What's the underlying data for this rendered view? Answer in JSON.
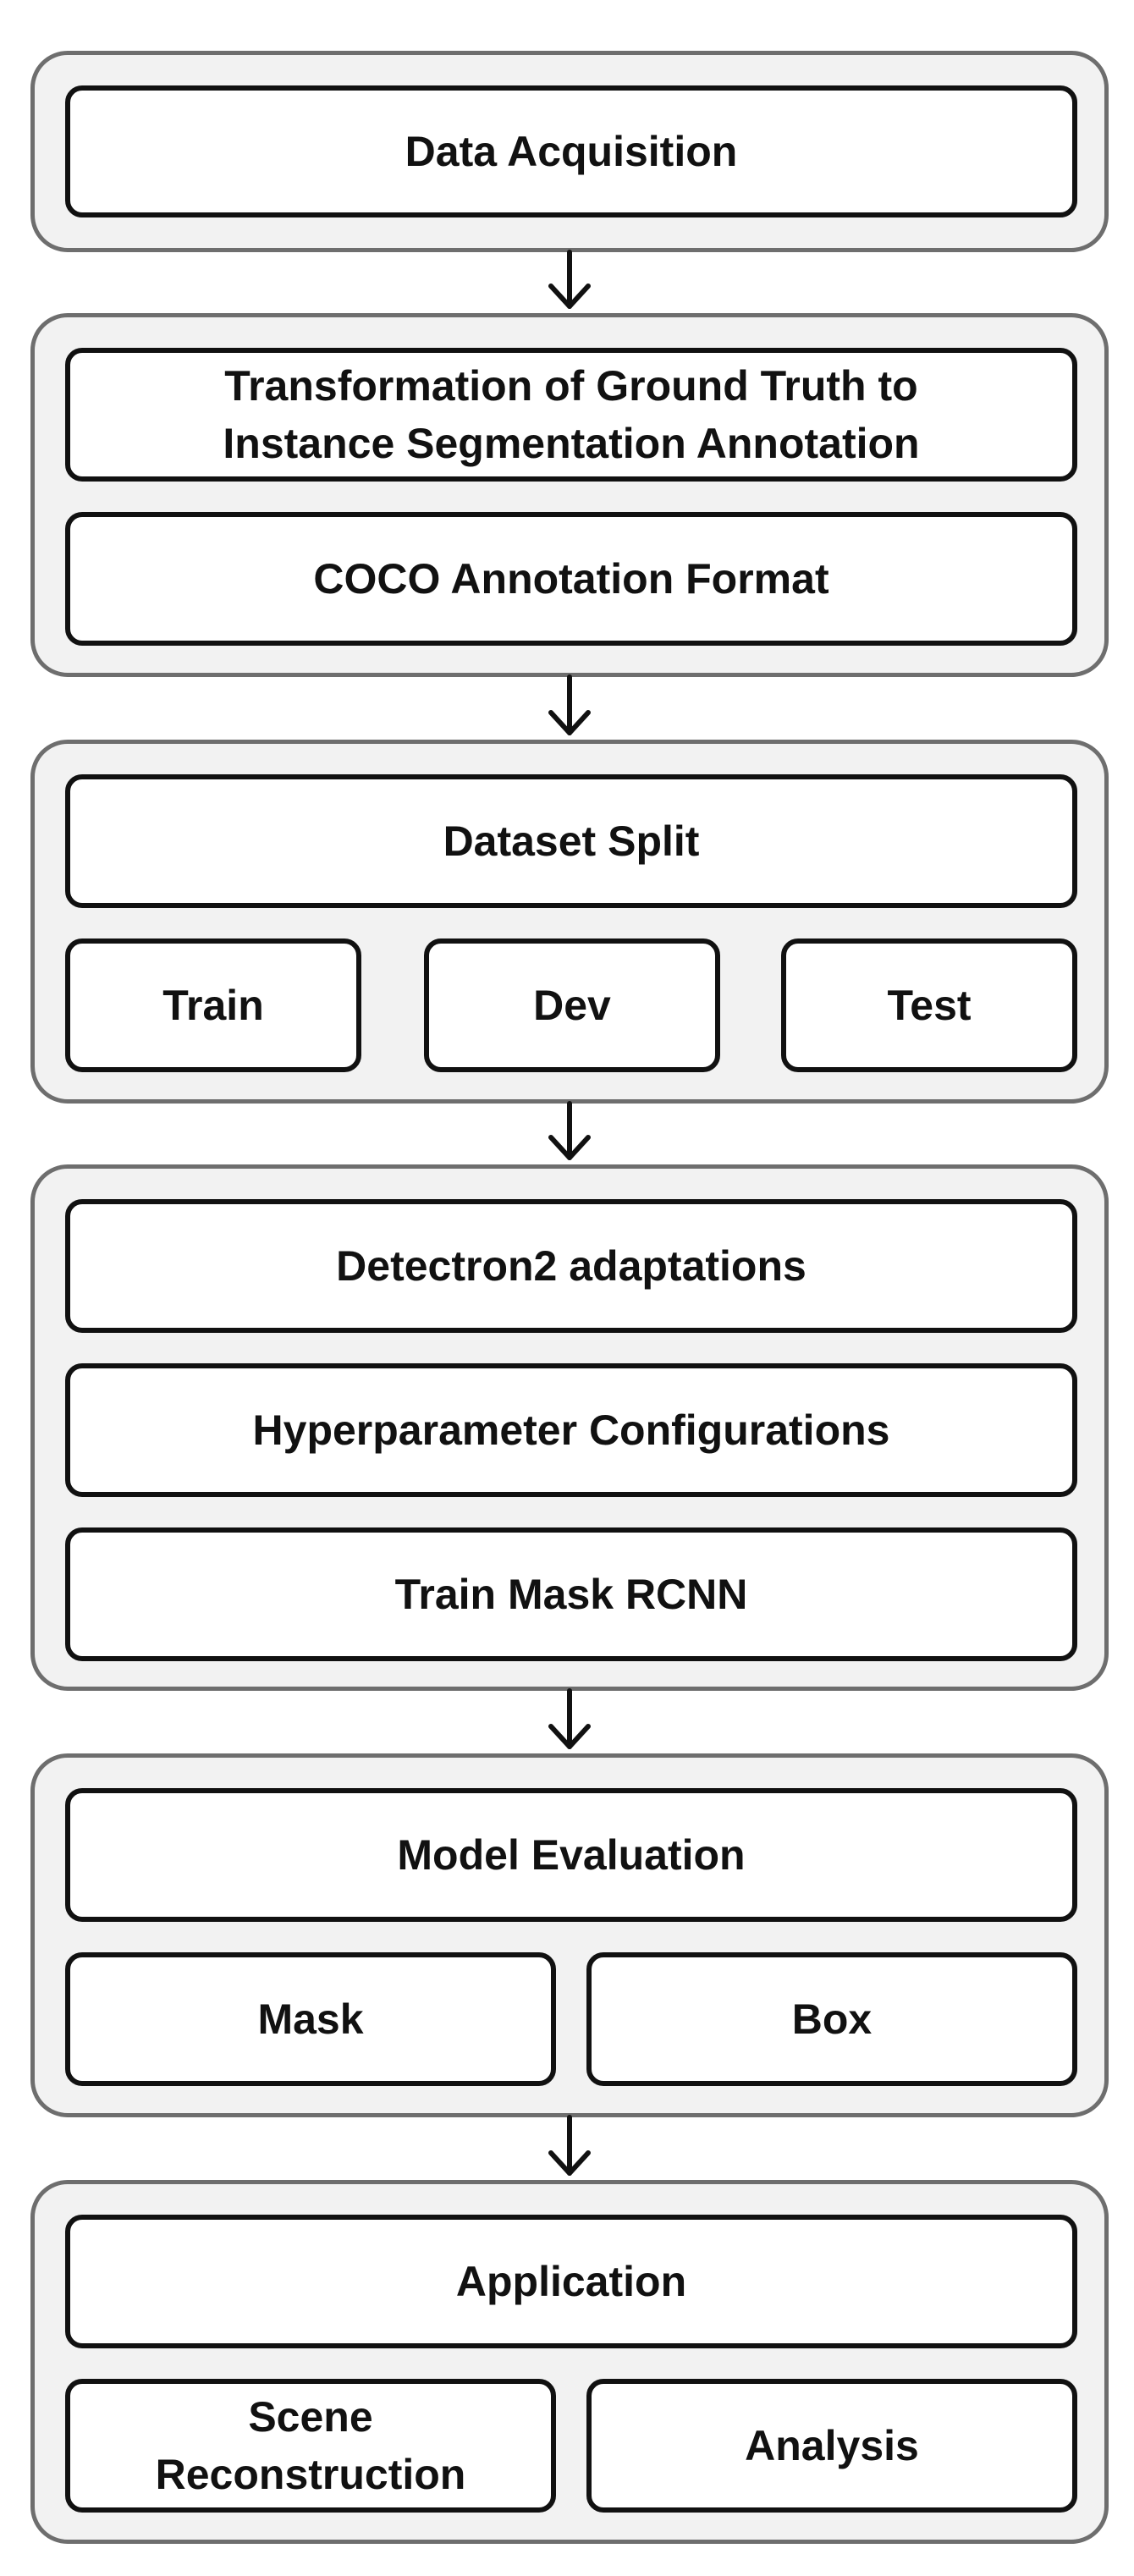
{
  "colors": {
    "group_fill": "#f2f2f2",
    "group_border": "#6e6e6e",
    "box_fill": "#ffffff",
    "box_border": "#111111",
    "arrow": "#111111"
  },
  "stages": {
    "acquisition": {
      "title": "Data Acquisition"
    },
    "transformation": {
      "title_line1": "Transformation of Ground Truth to",
      "title_line2": "Instance Segmentation Annotation",
      "format": "COCO Annotation Format"
    },
    "split": {
      "title": "Dataset Split",
      "train": "Train",
      "dev": "Dev",
      "test": "Test"
    },
    "training": {
      "adaptations": "Detectron2 adaptations",
      "hyperparameters": "Hyperparameter Configurations",
      "train_model": "Train Mask RCNN"
    },
    "evaluation": {
      "title": "Model Evaluation",
      "mask": "Mask",
      "box": "Box"
    },
    "application": {
      "title": "Application",
      "scene_line1": "Scene",
      "scene_line2": "Reconstruction",
      "analysis": "Analysis"
    }
  }
}
